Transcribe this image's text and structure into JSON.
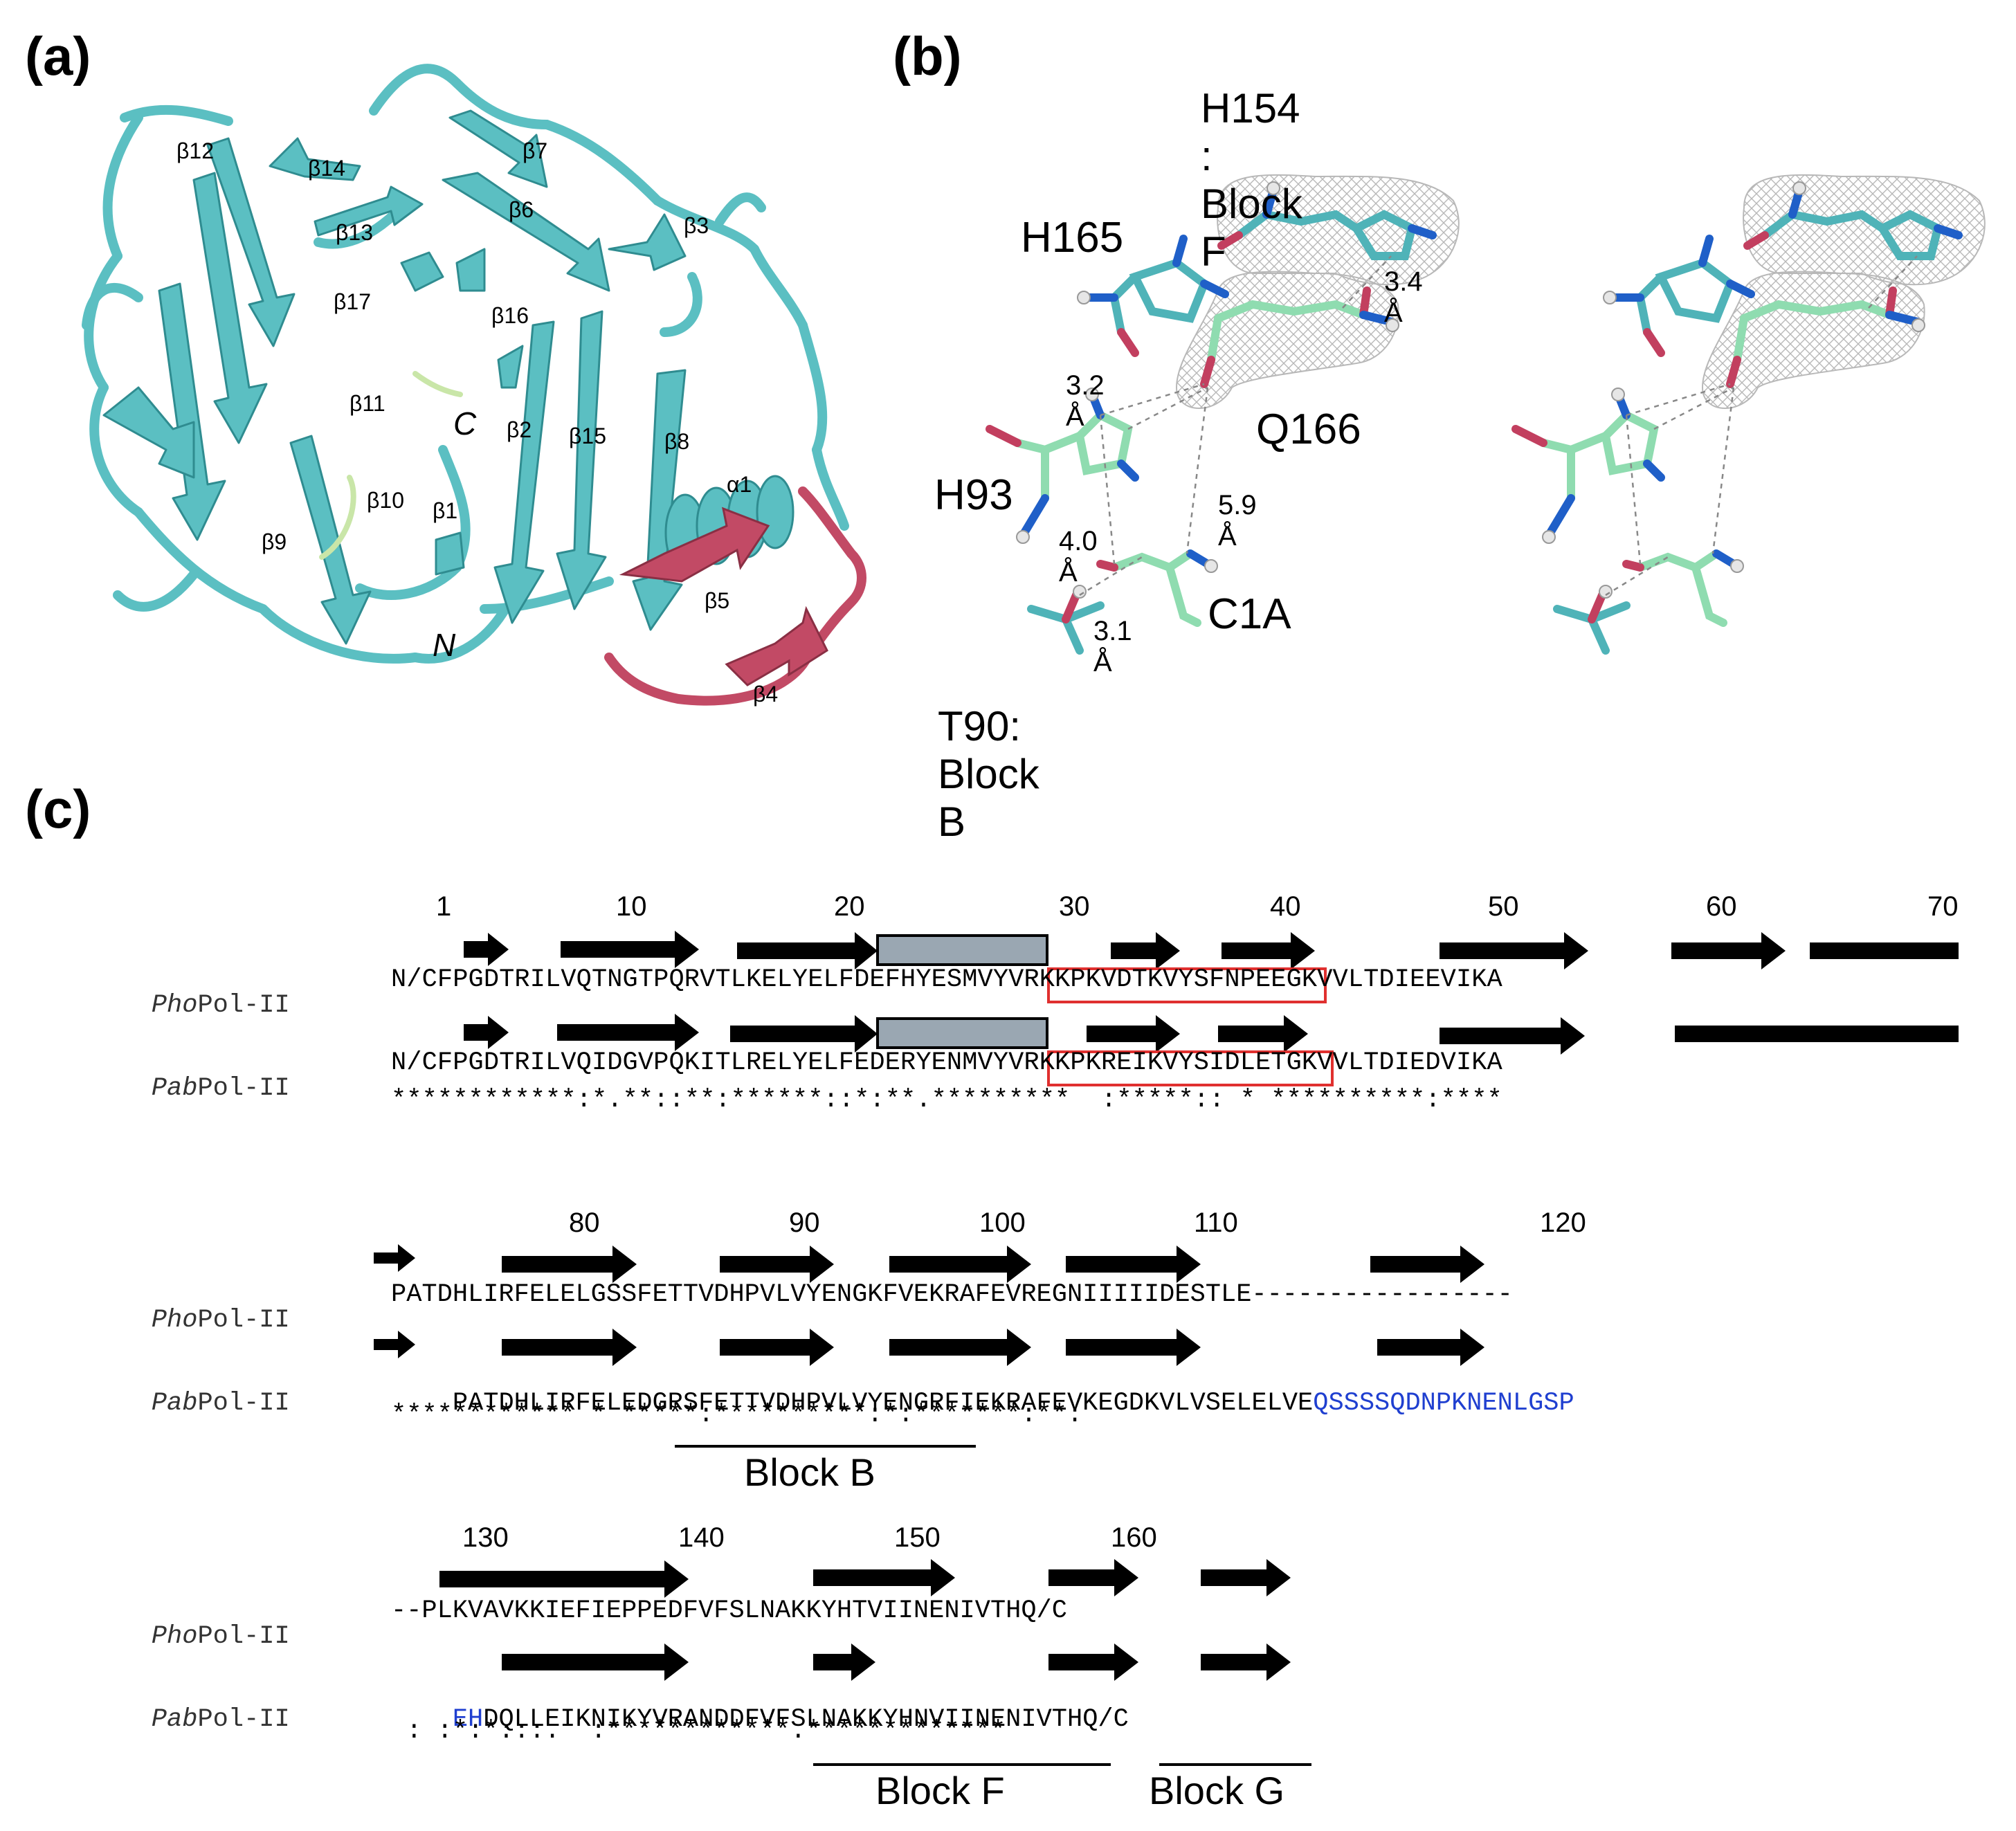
{
  "panels": {
    "a": "(a)",
    "b": "(b)",
    "c": "(c)"
  },
  "panel_a": {
    "strand_labels": [
      "β12",
      "β14",
      "β7",
      "β13",
      "β6",
      "β3",
      "β17",
      "β16",
      "β11",
      "β2",
      "β15",
      "β8",
      "β10",
      "β1",
      "α1",
      "β9",
      "β5",
      "β4"
    ],
    "terminus_labels": {
      "c": "C",
      "n": "N"
    },
    "colors": {
      "cartoon": "#5bbfc2",
      "cartoon_dark": "#2f8c90",
      "insert": "#c24a65",
      "tail": "#c9e6a8"
    }
  },
  "panel_b": {
    "title": "H154 : Block F",
    "residues": {
      "h165": "H165",
      "q166": "Q166",
      "h93": "H93",
      "c1a": "C1A",
      "t90": "T90: Block B"
    },
    "distances": {
      "d34": "3.4 Å",
      "d32": "3.2 Å",
      "d59": "5.9 Å",
      "d40": "4.0 Å",
      "d31": "3.1 Å"
    },
    "colors": {
      "carbon_teal": "#4fb3b8",
      "carbon_green": "#8fdcb0",
      "nitrogen": "#1f5fc8",
      "oxygen": "#c23f5f",
      "hydrogen": "#e6e6e6",
      "mesh": "#b8b8b8"
    }
  },
  "panel_c": {
    "numbers_row1": [
      "1",
      "10",
      "20",
      "30",
      "40",
      "50",
      "60",
      "70"
    ],
    "numbers_row2": [
      "80",
      "90",
      "100",
      "110",
      "120"
    ],
    "numbers_row3": [
      "130",
      "140",
      "150",
      "160"
    ],
    "names": {
      "pho": "Pho",
      "pab": "Pab",
      "suffix": "Pol-II"
    },
    "seq_row1": {
      "pho": "N/CFPGDTRILVQTNGTPQRVTLKELYELFDEFHYESMVYVRKKPKVDTKVYSFNPEEGKVVLTDIEEVIKA",
      "pab": "N/CFPGDTRILVQIDGVPQKITLRELYELFEDERYENMVYVRKKPKREIKVYSIDLETGKVVLTDIEDVIKA",
      "cons": "************:*.**::**:******::*:**.*********  :*****:: * **********:****"
    },
    "seq_row2": {
      "pho": "PATDHLIRFELELGSSFETTVDHPVLVYENGKFVEKRAFEVREGNIIIIIDESTLE-----------------",
      "pab": "PATDHLIRFELEDGRSFETTVDHPVLVYENGRFIEKRAFEVKEGDKVLVSELELVE",
      "pab_insert": "QSSSSQDNPKNENLGSP",
      "cons": "************ * *****:**********:*:*******:**:"
    },
    "seq_row3": {
      "pho": "--PLKVAVKKIEFIEPPEDFVFSLNAKKYHTVIINENIVTHQ/C",
      "pab_insert": "EH",
      "pab": "DQLLEIKNIKYVRANDDFVFSLNAKKYHNVIINENIVTHQ/C",
      "cons": " : :*:*:::.  :************.*************"
    },
    "blocks": {
      "b": "Block B",
      "f": "Block F",
      "g": "Block G"
    },
    "colors": {
      "insert_text": "#1f3fd0",
      "box": "#e0302f",
      "helix_fill": "#9aa7b2"
    }
  }
}
